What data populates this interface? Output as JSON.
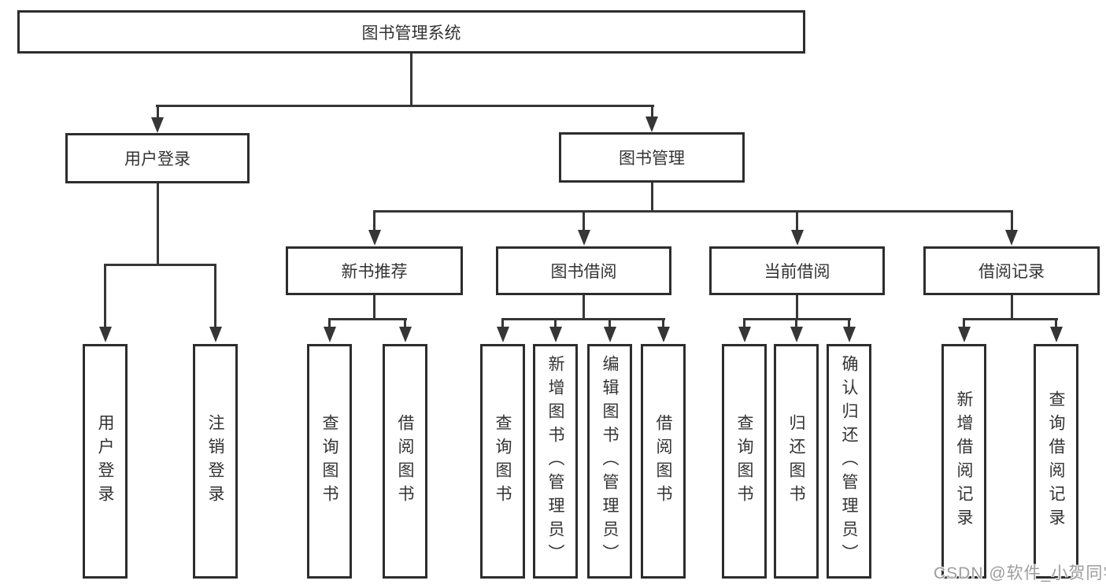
{
  "nodes": {
    "root": "图书管理系统",
    "level2": [
      "用户登录",
      "图书管理"
    ],
    "level3": [
      "新书推荐",
      "图书借阅",
      "当前借阅",
      "借阅记录"
    ],
    "leaves_user_login": [
      "用户登录",
      "注销登录"
    ],
    "leaves_new_book": [
      "查询图书",
      "借阅图书"
    ],
    "leaves_book_borrow": [
      "查询图书",
      "新增图书（管理员）",
      "编辑图书（管理员）",
      "借阅图书"
    ],
    "leaves_current_borrow": [
      "查询图书",
      "归还图书",
      "确认归还（管理员）"
    ],
    "leaves_borrow_records": [
      "新增借阅记录",
      "查询借阅记录"
    ]
  },
  "watermark": "CSDN @软件_小贺同学",
  "colors": {
    "line": "#363636",
    "box_border": "#2d2d2d",
    "box_fill": "#ffffff",
    "text": "#333333",
    "watermark": "#9d9d9d",
    "background": "#ffffff"
  }
}
